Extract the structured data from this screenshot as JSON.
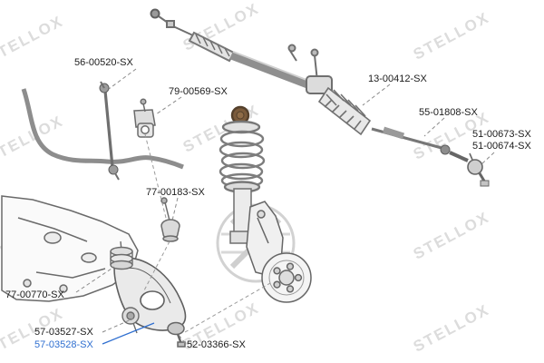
{
  "watermark": {
    "text": "STELLOX"
  },
  "colors": {
    "label_text": "#1c1c1c",
    "highlight": "#2f6fd0",
    "watermark": "#d6d6d6",
    "line": "#6a6a6a"
  },
  "labels": [
    {
      "text": "56-00520-SX",
      "highlighted": false
    },
    {
      "text": "79-00569-SX",
      "highlighted": false
    },
    {
      "text": "13-00412-SX",
      "highlighted": false
    },
    {
      "text": "55-01808-SX",
      "highlighted": false
    },
    {
      "text": "51-00673-SX",
      "highlighted": false
    },
    {
      "text": "51-00674-SX",
      "highlighted": false
    },
    {
      "text": "77-00183-SX",
      "highlighted": false
    },
    {
      "text": "77-00770-SX",
      "highlighted": false
    },
    {
      "text": "57-03527-SX",
      "highlighted": false
    },
    {
      "text": "57-03528-SX",
      "highlighted": true
    },
    {
      "text": "52-03366-SX",
      "highlighted": false
    }
  ]
}
